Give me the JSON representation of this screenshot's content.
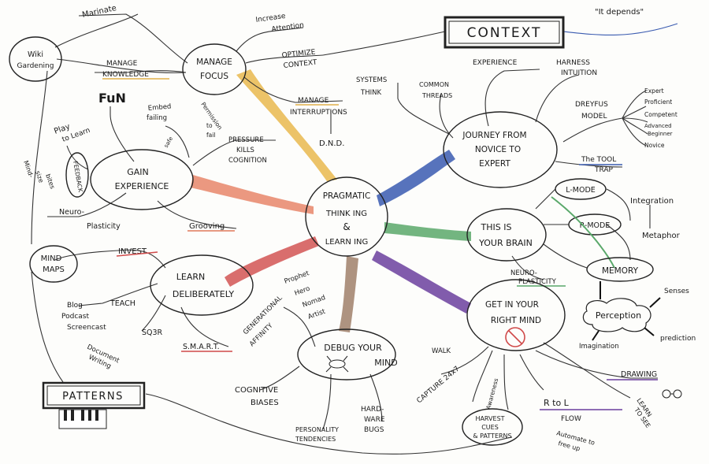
{
  "center": {
    "lines": [
      "PRAGMATIC",
      "THINK ING",
      "&",
      "LEARN ING"
    ]
  },
  "main_branches": {
    "journey": {
      "lines": [
        "JOURNEY FROM",
        "NOVICE TO",
        "EXPERT"
      ],
      "color": "#3a5bb0"
    },
    "brain": {
      "lines": [
        "THIS IS",
        "YOUR BRAIN"
      ],
      "color": "#5aa86a"
    },
    "right_mind": {
      "lines": [
        "GET IN YOUR",
        "RIGHT MIND"
      ],
      "color": "#6b3f9e"
    },
    "debug": {
      "lines": [
        "DEBUG  YOUR",
        "MIND"
      ],
      "color": "#9a7a5a"
    },
    "learn": {
      "lines": [
        "LEARN",
        "DELIBERATELY"
      ],
      "color": "#d04a4a"
    },
    "gain": {
      "lines": [
        "GAIN",
        "EXPERIENCE"
      ],
      "color": "#e07a5a"
    },
    "focus": {
      "lines": [
        "MANAGE",
        "FOCUS"
      ],
      "color": "#e2b04a"
    }
  },
  "context": {
    "label": "CONTEXT",
    "note": "\"It depends\""
  },
  "patterns": {
    "label": "PATTERNS"
  },
  "wiki": {
    "lines": [
      "Wiki",
      "Gardening"
    ]
  },
  "mindmaps": {
    "lines": [
      "MIND",
      "MAPS"
    ]
  },
  "focus_items": {
    "marinate": "Marinate",
    "manage_knowledge": [
      "MANAGE",
      "KNOWLEDGE"
    ],
    "increase_attention": [
      "Increase",
      "Attention"
    ],
    "optimize_context": [
      "OPTIMIZE",
      "CONTEXT"
    ],
    "manage_interruptions": [
      "MANAGE",
      "INTERRUPTIONS"
    ],
    "dnd": "D.N.D."
  },
  "gain_items": {
    "fun": "FuN",
    "play": [
      "Play",
      "to Learn"
    ],
    "embed_failing": [
      "Embed",
      "failing"
    ],
    "safe": "safe",
    "permission": [
      "Permission",
      "to",
      "fail"
    ],
    "pressure": [
      "PRESSURE",
      "KILLS",
      "COGNITION"
    ],
    "mind_sized": [
      "Mind-",
      "size",
      "bites"
    ],
    "feedback": "FEEDBACK",
    "grooving": "Grooving",
    "neuroplasticity": [
      "Neuro-",
      "Plasticity"
    ]
  },
  "learn_items": {
    "invest": "INVEST",
    "teach": "TEACH",
    "blog": "Blog",
    "podcast": "Podcast",
    "screencast": "Screencast",
    "document": [
      "Document",
      "Writing"
    ],
    "sq3r": "SQ3R",
    "smart": "S.M.A.R.T."
  },
  "debug_items": {
    "generational": [
      "GENERATIONAL",
      "AFFINITY"
    ],
    "prophet": "Prophet",
    "hero": "Hero",
    "nomad": "Nomad",
    "artist": "Artist",
    "cognitive": [
      "COGNITIVE",
      "BIASES"
    ],
    "personality": [
      "PERSONALITY",
      "TENDENCIES"
    ],
    "hardware": [
      "HARD-",
      "WARE",
      "BUGS"
    ]
  },
  "journey_items": {
    "systems": [
      "SYSTEMS",
      "THINK"
    ],
    "common": [
      "COMMON",
      "THREADS"
    ],
    "experience": "EXPERIENCE",
    "harness": [
      "HARNESS",
      "INTUITION"
    ],
    "dreyfus": [
      "DREYFUS",
      "MODEL"
    ],
    "levels": [
      "Expert",
      "Proficient",
      "Competent",
      "Advanced",
      "Beginner",
      "Novice"
    ],
    "tooltrap": [
      "The TOOL",
      "TRAP"
    ]
  },
  "brain_items": {
    "lmode": "L-MODE",
    "rmode": "R-MODE",
    "integration": "Integration",
    "metaphor": "Metaphor",
    "memory": "MEMORY",
    "neuro": [
      "NEURO-",
      "PLASTICITY"
    ],
    "perception": "Perception",
    "senses": "Senses",
    "imagination": "Imagination",
    "prediction": "prediction"
  },
  "mind_items": {
    "walk": "WALK",
    "capture": "CAPTURE 24x7",
    "awareness": "Awareness",
    "harvest": [
      "HARVEST",
      "CUES",
      "& PATTERNS"
    ],
    "r_to_l": "R to L",
    "flow": "FLOW",
    "automate": [
      "Automate to",
      "free up"
    ],
    "drawing": "DRAWING",
    "learn_to_see": [
      "LEARN",
      "TO SEE"
    ]
  }
}
